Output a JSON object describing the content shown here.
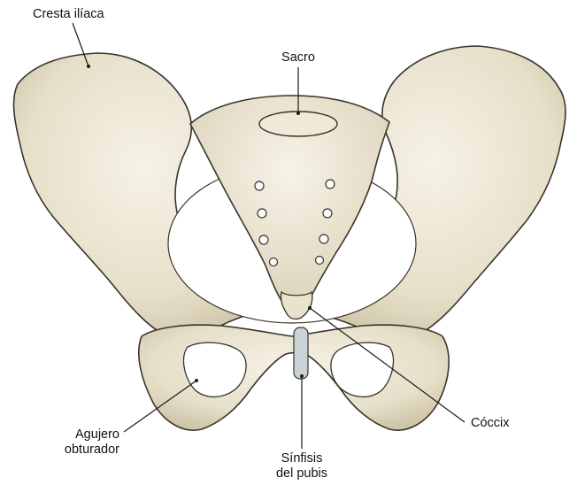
{
  "labels": {
    "iliac_crest": "Cresta ilíaca",
    "sacrum": "Sacro",
    "obturator_foramen_line1": "Agujero",
    "obturator_foramen_line2": "obturador",
    "coccyx": "Cóccix",
    "pubic_symphysis_line1": "Sínfisis",
    "pubic_symphysis_line2": "del pubis"
  },
  "colors": {
    "bone_fill": "#ece6d3",
    "bone_shade": "#d8cfb5",
    "bone_outline": "#3a352b",
    "cartilage": "#c9d3d8",
    "leader_line": "#1a1a1a"
  }
}
